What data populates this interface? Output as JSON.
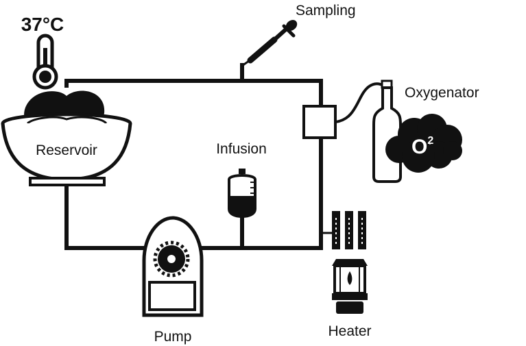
{
  "temperature": "37°C",
  "labels": {
    "sampling": "Sampling",
    "oxygenator": "Oxygenator",
    "reservoir": "Reservoir",
    "infusion": "Infusion",
    "pump": "Pump",
    "heater": "Heater"
  },
  "oxygen_symbol": {
    "base": "O",
    "sup": "2"
  }
}
